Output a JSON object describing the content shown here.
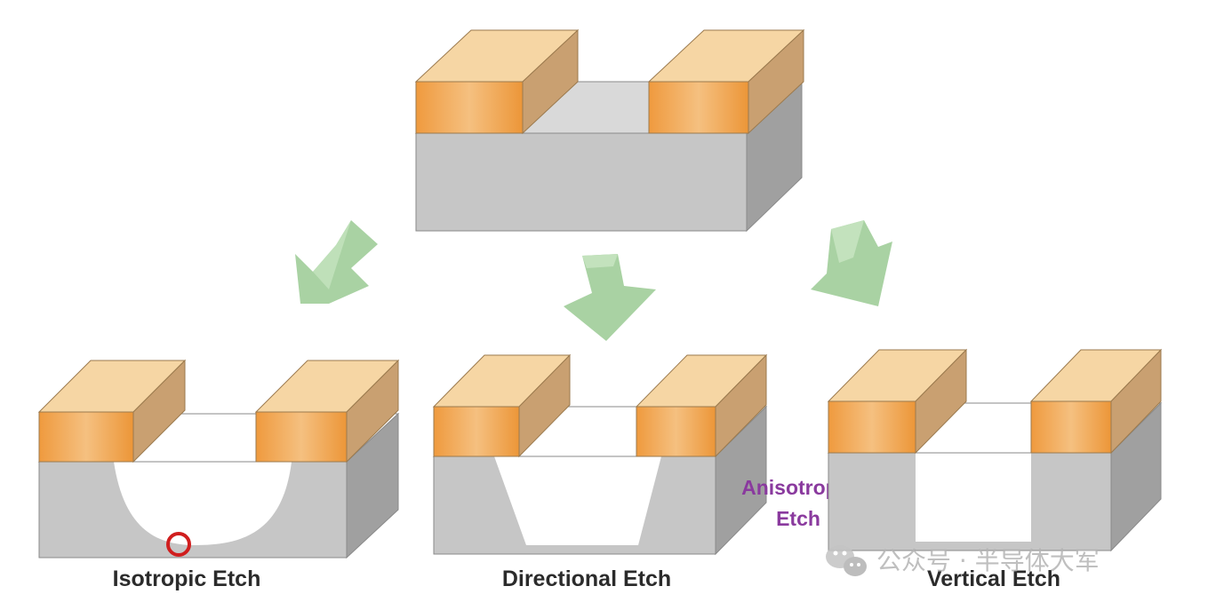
{
  "labels": {
    "isotropic": "Isotropic Etch",
    "directional": "Directional Etch",
    "vertical": "Vertical Etch",
    "anisotropic_line1": "Anisotropic",
    "anisotropic_line2": "Etch"
  },
  "watermark": {
    "text": "公众号 · 半导体大军",
    "icon": "wechat-icon"
  },
  "colors": {
    "substrate_front": "#c6c6c6",
    "substrate_top": "#dcdcdc",
    "substrate_side": "#a3a3a3",
    "mask_front": "#f0a654",
    "mask_top": "#f6d6a4",
    "mask_side": "#c9a071",
    "arrow": "#a9d2a3",
    "anisotropic_text": "#8a3a9e",
    "marker_ring": "#d01e1e",
    "watermark_text": "#b4b4b4"
  }
}
